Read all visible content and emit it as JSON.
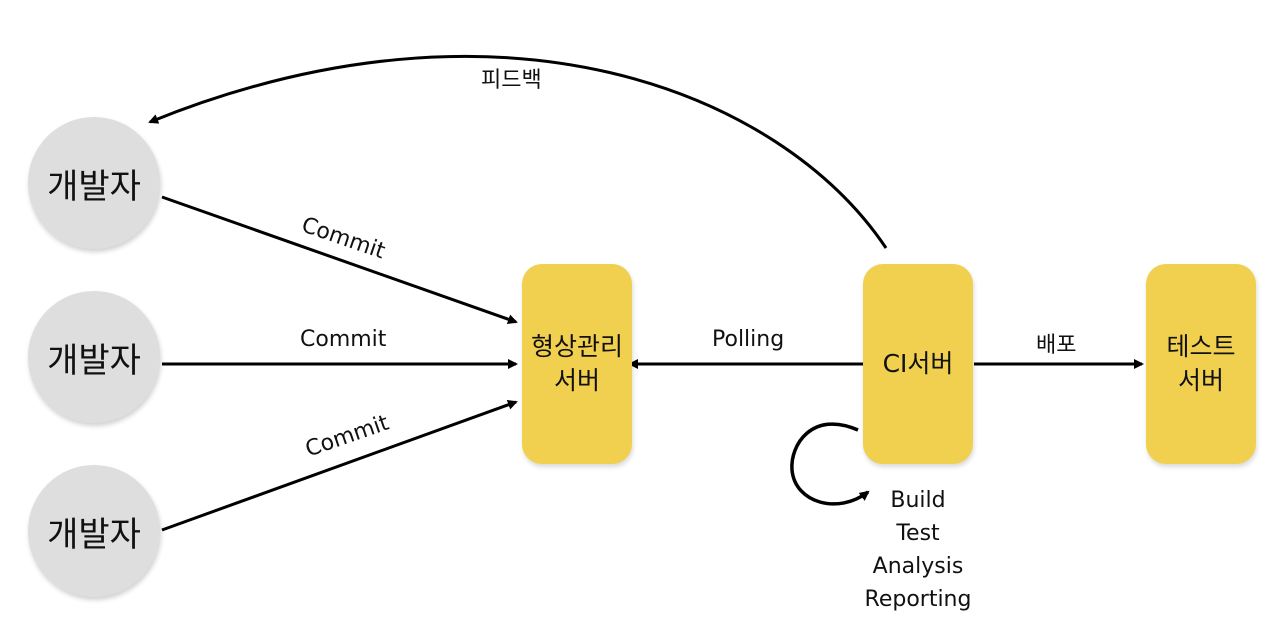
{
  "developers": [
    {
      "label": "개발자"
    },
    {
      "label": "개발자"
    },
    {
      "label": "개발자"
    }
  ],
  "nodes": {
    "scm": "형상관리\n서버",
    "ci": "CI서버",
    "test_server": "테스트\n서버"
  },
  "edges": {
    "commit_1": "Commit",
    "commit_2": "Commit",
    "commit_3": "Commit",
    "polling": "Polling",
    "deploy": "배포",
    "feedback": "피드백"
  },
  "ci_steps": [
    "Build",
    "Test",
    "Analysis",
    "Reporting"
  ],
  "colors": {
    "developer_fill": "#dedede",
    "server_fill": "#f0d04e",
    "edge": "#000000"
  }
}
